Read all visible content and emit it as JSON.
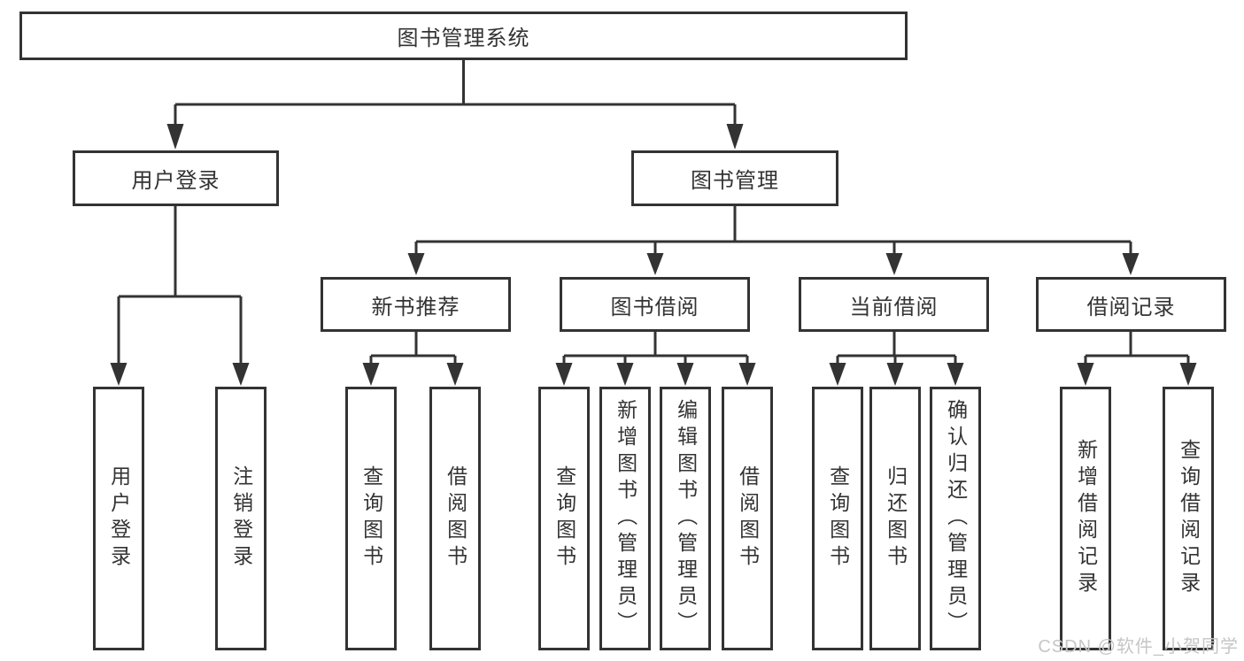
{
  "diagram": {
    "root": {
      "label": "图书管理系统"
    },
    "branches": [
      {
        "label": "用户登录",
        "children": [
          {
            "label": "用户登录"
          },
          {
            "label": "注销登录"
          }
        ]
      },
      {
        "label": "图书管理",
        "sections": [
          {
            "label": "新书推荐",
            "children": [
              {
                "label": "查询图书"
              },
              {
                "label": "借阅图书"
              }
            ]
          },
          {
            "label": "图书借阅",
            "children": [
              {
                "label": "查询图书"
              },
              {
                "label": "新增图书（管理员）"
              },
              {
                "label": "编辑图书（管理员）"
              },
              {
                "label": "借阅图书"
              }
            ]
          },
          {
            "label": "当前借阅",
            "children": [
              {
                "label": "查询图书"
              },
              {
                "label": "归还图书"
              },
              {
                "label": "确认归还（管理员）"
              }
            ]
          },
          {
            "label": "借阅记录",
            "children": [
              {
                "label": "新增借阅记录"
              },
              {
                "label": "查询借阅记录"
              }
            ]
          }
        ]
      }
    ]
  },
  "watermark": "CSDN @软件_小贺同学",
  "colors": {
    "line": "#333333",
    "text": "#333333",
    "watermark": "#c6c6c6",
    "background": "#ffffff"
  }
}
